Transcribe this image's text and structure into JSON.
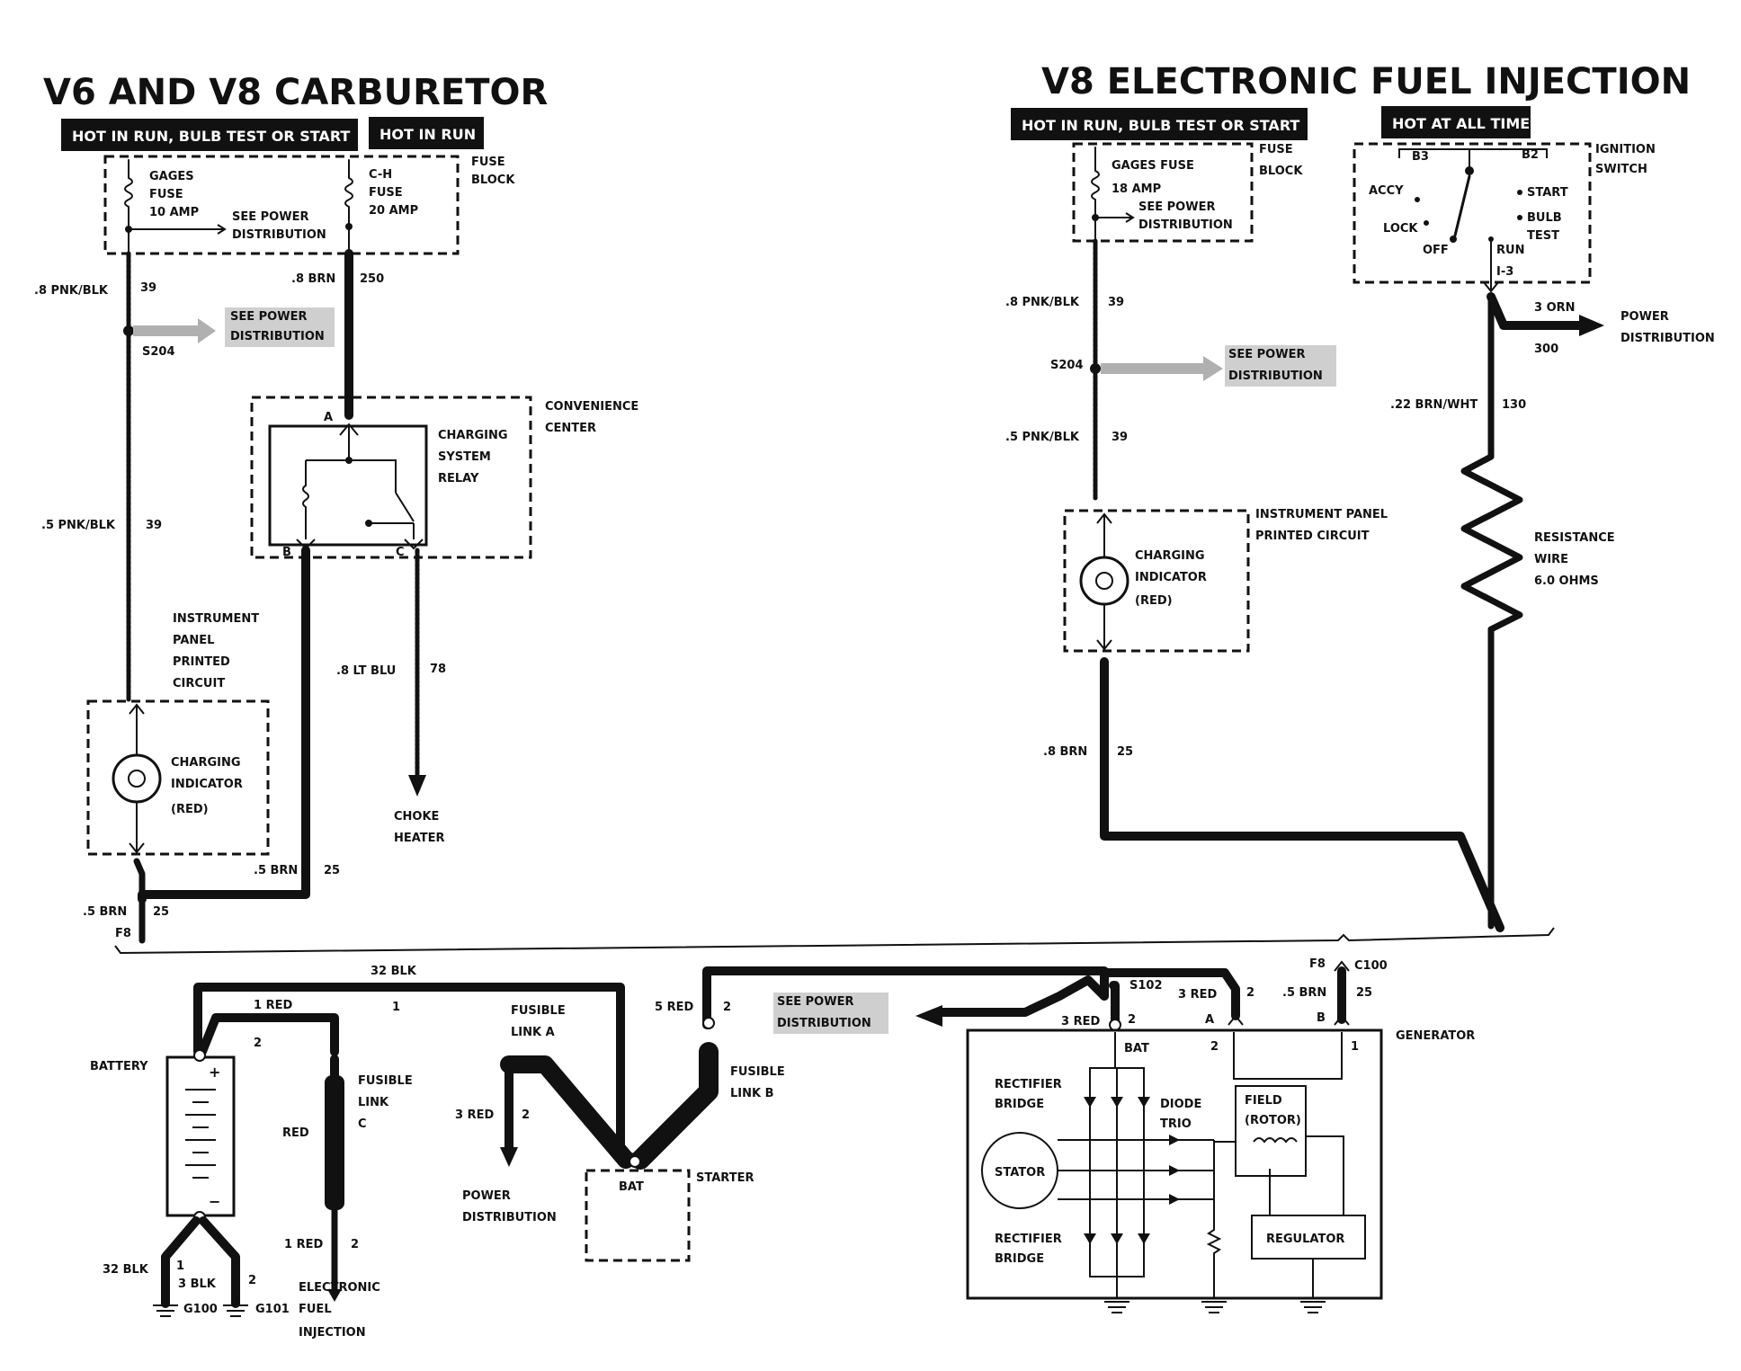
{
  "left": {
    "title": "V6 AND V8 CARBURETOR",
    "bar_hot_run_bulb_start": "HOT IN RUN,  BULB TEST OR START",
    "bar_hot_in_run": "HOT IN RUN",
    "gages_fuse": [
      "GAGES",
      "FUSE",
      "10 AMP"
    ],
    "see_power_distribution_small": [
      "SEE POWER",
      "DISTRIBUTION"
    ],
    "ch_fuse": [
      "C-H",
      "FUSE",
      "20 AMP"
    ],
    "fuse_block": [
      "FUSE",
      "BLOCK"
    ],
    "wire_pnk_blk_8": ".8 PNK/BLK",
    "circuit_39": "39",
    "wire_brn_8": ".8 BRN",
    "circuit_250": "250",
    "see_power_distribution": [
      "SEE POWER",
      "DISTRIBUTION"
    ],
    "splice_s204": "S204",
    "convenience_center": [
      "CONVENIENCE",
      "CENTER"
    ],
    "charging_system_relay": [
      "CHARGING",
      "SYSTEM",
      "RELAY"
    ],
    "relay_pins": [
      "A",
      "B",
      "C"
    ],
    "wire_pnk_blk_5": ".5 PNK/BLK",
    "circuit_39b": "39",
    "instrument_panel": [
      "INSTRUMENT",
      "PANEL",
      "PRINTED",
      "CIRCUIT"
    ],
    "charging_indicator": [
      "CHARGING",
      "INDICATOR",
      "(RED)"
    ],
    "wire_lt_blu": ".8 LT BLU",
    "circuit_78": "78",
    "choke_heater": [
      "CHOKE",
      "HEATER"
    ],
    "wire_brn_5": ".5 BRN",
    "circuit_25": "25",
    "wire_brn_5b": ".5 BRN",
    "circuit_25b": "25",
    "connector_f8": "F8"
  },
  "right": {
    "title": "V8 ELECTRONIC FUEL INJECTION",
    "bar_hot_run_bulb_start": "HOT IN RUN, BULB TEST OR START",
    "bar_hot_all_times": "HOT AT ALL TIMES",
    "gages_fuse": [
      "GAGES FUSE",
      "18 AMP"
    ],
    "see_power_distribution_small": [
      "SEE POWER",
      "DISTRIBUTION"
    ],
    "fuse_block": [
      "FUSE",
      "BLOCK"
    ],
    "ignition_switch": [
      "IGNITION",
      "SWITCH"
    ],
    "switch_terms": [
      "B3",
      "B2"
    ],
    "switch_positions": [
      "ACCY",
      "LOCK",
      "OFF",
      "RUN",
      "START",
      "BULB",
      "TEST",
      "I-3"
    ],
    "wire_pnk_blk_8": ".8 PNK/BLK",
    "circuit_39": "39",
    "splice_s204": "S204",
    "see_power_distribution": [
      "SEE POWER",
      "DISTRIBUTION"
    ],
    "wire_pnk_blk_5": ".5 PNK/BLK",
    "circuit_39b": "39",
    "wire_orn": "3 ORN",
    "circuit_300": "300",
    "power_distribution": [
      "POWER",
      "DISTRIBUTION"
    ],
    "wire_brn_wht": ".22 BRN/WHT",
    "circuit_130": "130",
    "resistance_wire": [
      "RESISTANCE",
      "WIRE",
      "6.0 OHMS"
    ],
    "instrument_panel": [
      "INSTRUMENT PANEL",
      "PRINTED CIRCUIT"
    ],
    "charging_indicator": [
      "CHARGING",
      "INDICATOR",
      "(RED)"
    ],
    "wire_brn_8": ".8 BRN",
    "circuit_25": "25"
  },
  "bottom": {
    "wire_32blk": "32 BLK",
    "circuit_1": "1",
    "wire_1red": "1 RED",
    "circuit_2": "2",
    "battery": "BATTERY",
    "battery_plus": "+",
    "battery_minus": "−",
    "fusible_link_c": [
      "FUSIBLE",
      "LINK",
      "C"
    ],
    "wire_red": "RED",
    "wire_1red_b": "1 RED",
    "circuit_2b": "2",
    "efi": [
      "ELECTRONIC",
      "FUEL",
      "INJECTION"
    ],
    "ground_32blk": "32 BLK",
    "circuit_1b": "1",
    "wire_3blk": "3 BLK",
    "circuit_2c": "2",
    "g100": "G100",
    "g101": "G101",
    "fusible_link_a": [
      "FUSIBLE",
      "LINK A"
    ],
    "wire_3red": "3 RED",
    "circuit_2d": "2",
    "power_distribution": [
      "POWER",
      "DISTRIBUTION"
    ],
    "wire_5red": "5 RED",
    "circuit_2e": "2",
    "fusible_link_b": [
      "FUSIBLE",
      "LINK B"
    ],
    "starter": "STARTER",
    "starter_bat": "BAT",
    "see_power_distribution": [
      "SEE POWER",
      "DISTRIBUTION"
    ],
    "splice_s102": "S102",
    "wire_3red_b": "3 RED",
    "circuit_2f": "2",
    "wire_3red_c": "3 RED",
    "circuit_2g": "2",
    "pin_a": "A",
    "pin_b": "B",
    "connector_f8": "F8",
    "connector_c100": "C100",
    "wire_brn_5": ".5 BRN",
    "circuit_25": "25",
    "generator": "GENERATOR",
    "gen_bat": "BAT",
    "gen_pin2": "2",
    "gen_pin1": "1",
    "rectifier_bridge_top": [
      "RECTIFIER",
      "BRIDGE"
    ],
    "diode_trio": [
      "DIODE",
      "TRIO"
    ],
    "field_rotor": [
      "FIELD",
      "(ROTOR)"
    ],
    "stator": "STATOR",
    "rectifier_bridge_bottom": [
      "RECTIFIER",
      "BRIDGE"
    ],
    "regulator": "REGULATOR"
  }
}
